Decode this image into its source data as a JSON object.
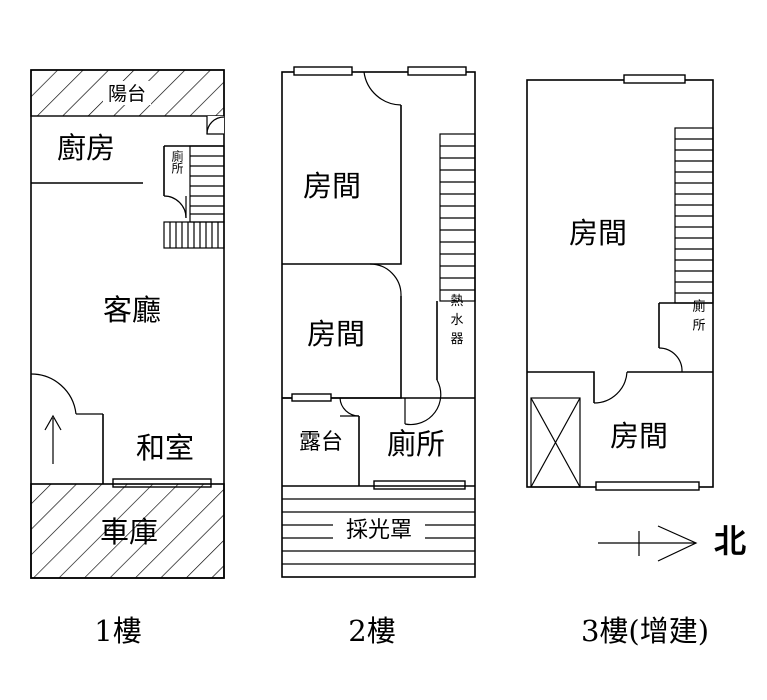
{
  "floors": [
    {
      "caption": "1樓",
      "rooms": {
        "balcony": "陽台",
        "kitchen": "廚房",
        "toilet": "廁所",
        "living": "客廳",
        "japanese_room": "和室",
        "garage": "車庫"
      }
    },
    {
      "caption": "2樓",
      "rooms": {
        "bedroom_a": "房間",
        "bedroom_b": "房間",
        "water_heater": "熱水器",
        "terrace": "露台",
        "toilet": "廁所",
        "skylight": "採光罩"
      }
    },
    {
      "caption": "3樓(增建)",
      "rooms": {
        "bedroom_a": "房間",
        "toilet": "廁所",
        "bedroom_b": "房間"
      }
    }
  ],
  "compass": {
    "label": "北"
  }
}
